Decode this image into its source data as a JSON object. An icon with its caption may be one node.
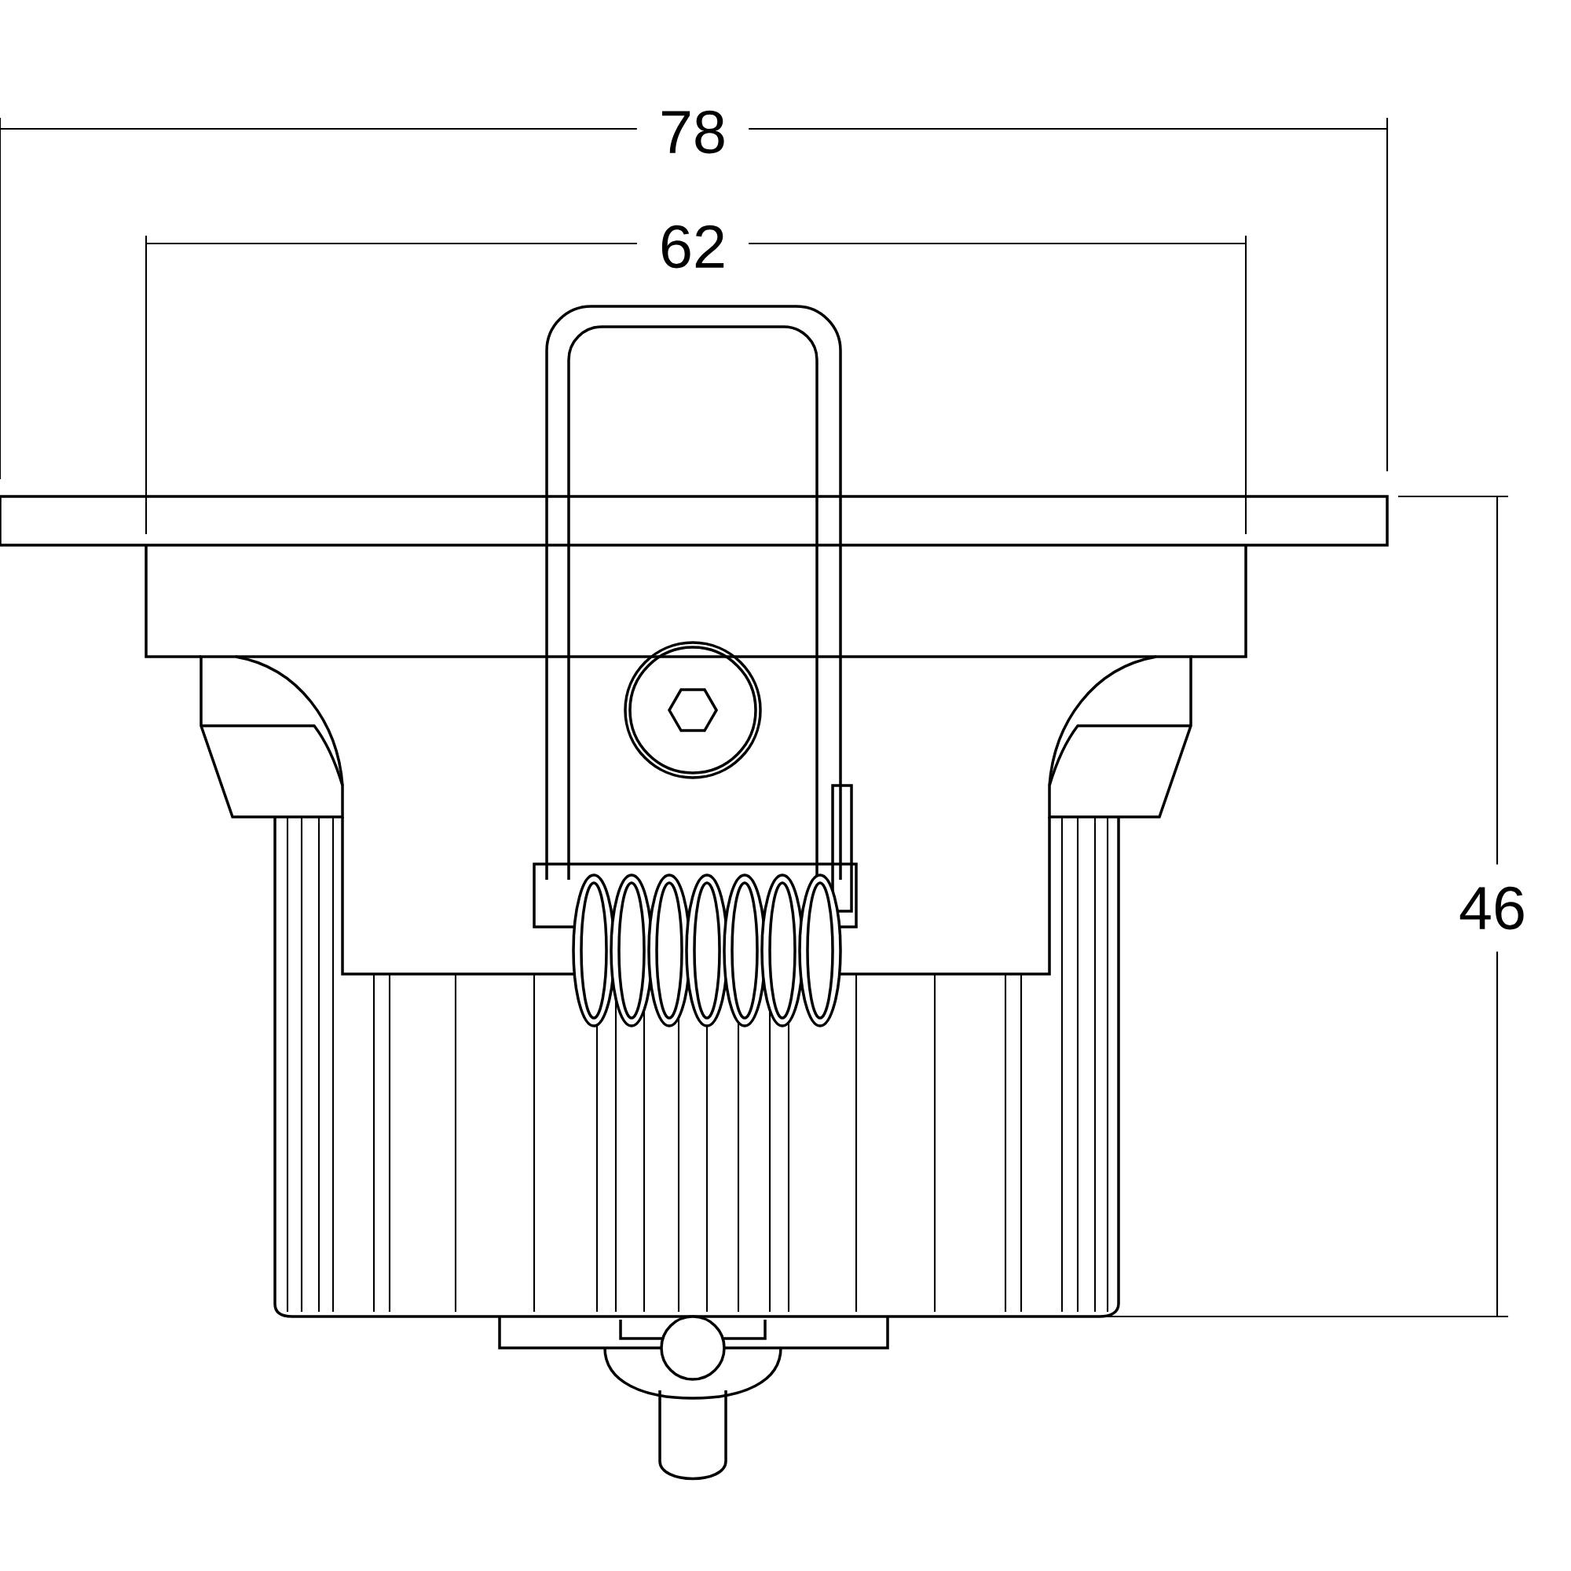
{
  "diagram": {
    "labels": [
      "78",
      "62",
      "46"
    ]
  }
}
